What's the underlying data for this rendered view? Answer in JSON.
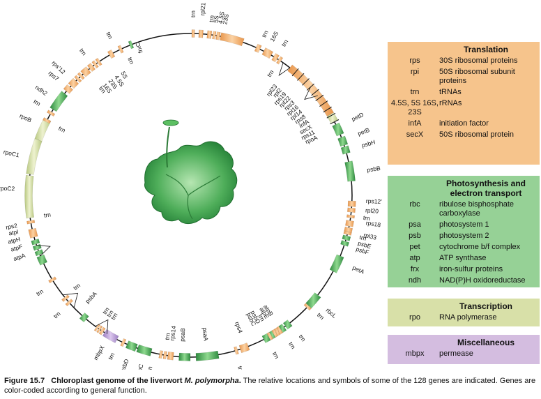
{
  "colors": {
    "translation": "#f6c48c",
    "translation_gene": "#f0a860",
    "photosynthesis": "#96d196",
    "photosynthesis_gene": "#3c9a4c",
    "transcription": "#d8e0a8",
    "transcription_gene": "#c8d890",
    "miscellaneous": "#d4bde0",
    "miscellaneous_gene": "#b49ad0",
    "line": "#111111"
  },
  "legend": {
    "translation": {
      "title": "Translation",
      "rows": [
        {
          "symbol": "rps",
          "description": "30S ribosomal proteins"
        },
        {
          "symbol": "rpi",
          "description": "50S ribosomal subunit proteins"
        },
        {
          "symbol": "trn",
          "description": "tRNAs"
        },
        {
          "symbol": "4.5S, 5S 16S, 23S",
          "description": "rRNAs"
        },
        {
          "symbol": "infA",
          "description": "initiation factor"
        },
        {
          "symbol": "secX",
          "description": "50S ribosomal protein"
        }
      ]
    },
    "photosynthesis": {
      "title": "Photosynthesis and electron transport",
      "rows": [
        {
          "symbol": "rbc",
          "description": "ribulose bisphosphate carboxylase"
        },
        {
          "symbol": "psa",
          "description": "photosystem 1"
        },
        {
          "symbol": "psb",
          "description": "photosystem 2"
        },
        {
          "symbol": "pet",
          "description": "cytochrome b/f complex"
        },
        {
          "symbol": "atp",
          "description": "ATP synthase"
        },
        {
          "symbol": "frx",
          "description": "iron-sulfur proteins"
        },
        {
          "symbol": "ndh",
          "description": "NAD(P)H oxidoreductase"
        }
      ]
    },
    "transcription": {
      "title": "Transcription",
      "rows": [
        {
          "symbol": "rpo",
          "description": "RNA polymerase"
        }
      ]
    },
    "miscellaneous": {
      "title": "Miscellaneous",
      "rows": [
        {
          "symbol": "mbpx",
          "description": "permease"
        }
      ]
    }
  },
  "caption": {
    "figure_number": "Figure 15.7",
    "title_prefix": "Chloroplast genome of the liverwort ",
    "title_species": "M. polymorpha",
    "title_suffix": ".",
    "text": " The relative locations and symbols of some of the 128 genes are indicated. Genes are color-coded according to general function."
  },
  "genes": [
    {
      "label": "trn",
      "category": "translation"
    },
    {
      "label": "rpl21",
      "category": "translation"
    },
    {
      "label": "trn",
      "category": "translation"
    },
    {
      "label": "5S",
      "category": "translation"
    },
    {
      "label": "4.5S",
      "category": "translation"
    },
    {
      "label": "23S",
      "category": "translation"
    },
    {
      "label": "trn",
      "category": "translation"
    },
    {
      "label": "16S",
      "category": "translation"
    },
    {
      "label": "trn",
      "category": "translation"
    },
    {
      "label": "trn",
      "category": "translation"
    },
    {
      "label": "rpl23",
      "category": "translation"
    },
    {
      "label": "rpl2",
      "category": "translation"
    },
    {
      "label": "rps19",
      "category": "translation"
    },
    {
      "label": "rpl22",
      "category": "translation"
    },
    {
      "label": "rps3",
      "category": "translation"
    },
    {
      "label": "rpl16",
      "category": "translation"
    },
    {
      "label": "rpl14",
      "category": "translation"
    },
    {
      "label": "rps8",
      "category": "translation"
    },
    {
      "label": "infA",
      "category": "translation"
    },
    {
      "label": "secX",
      "category": "translation"
    },
    {
      "label": "rps11",
      "category": "translation"
    },
    {
      "label": "rpoA",
      "category": "transcription"
    },
    {
      "label": "petD",
      "category": "photosynthesis"
    },
    {
      "label": "petB",
      "category": "photosynthesis"
    },
    {
      "label": "psbH",
      "category": "photosynthesis"
    },
    {
      "label": "psbB",
      "category": "photosynthesis"
    },
    {
      "label": "rps12'",
      "category": "translation"
    },
    {
      "label": "rpl20",
      "category": "translation"
    },
    {
      "label": "trn",
      "category": "translation"
    },
    {
      "label": "rps18",
      "category": "translation"
    },
    {
      "label": "rpl33",
      "category": "translation"
    },
    {
      "label": "trn",
      "category": "translation"
    },
    {
      "label": "psbE",
      "category": "photosynthesis"
    },
    {
      "label": "psbF",
      "category": "photosynthesis"
    },
    {
      "label": "petA",
      "category": "photosynthesis"
    },
    {
      "label": "trn",
      "category": "translation"
    },
    {
      "label": "rbcL",
      "category": "photosynthesis"
    },
    {
      "label": "atpB",
      "category": "photosynthesis"
    },
    {
      "label": "atpE",
      "category": "photosynthesis"
    },
    {
      "label": "trn",
      "category": "translation"
    },
    {
      "label": "psbD",
      "category": "photosynthesis"
    },
    {
      "label": "psbC",
      "category": "photosynthesis"
    },
    {
      "label": "trn",
      "category": "translation"
    },
    {
      "label": "trn",
      "category": "translation"
    },
    {
      "label": "trn",
      "category": "translation"
    },
    {
      "label": "rps4",
      "category": "translation"
    },
    {
      "label": "trn",
      "category": "translation"
    },
    {
      "label": "psaA",
      "category": "photosynthesis"
    },
    {
      "label": "psaB",
      "category": "photosynthesis"
    },
    {
      "label": "rps14",
      "category": "translation"
    },
    {
      "label": "trn",
      "category": "translation"
    },
    {
      "label": "trn",
      "category": "translation"
    },
    {
      "label": "psbC",
      "category": "photosynthesis"
    },
    {
      "label": "psbD",
      "category": "photosynthesis"
    },
    {
      "label": "trn",
      "category": "translation"
    },
    {
      "label": "mbpX",
      "category": "miscellaneous"
    },
    {
      "label": "trn",
      "category": "translation"
    },
    {
      "label": "trn",
      "category": "translation"
    },
    {
      "label": "trn",
      "category": "translation"
    },
    {
      "label": "psbA",
      "category": "photosynthesis"
    },
    {
      "label": "trn",
      "category": "translation"
    },
    {
      "label": "trn",
      "category": "translation"
    },
    {
      "label": "trn",
      "category": "translation"
    },
    {
      "label": "atpA",
      "category": "photosynthesis"
    },
    {
      "label": "atpF",
      "category": "photosynthesis"
    },
    {
      "label": "atpH",
      "category": "photosynthesis"
    },
    {
      "label": "atpI",
      "category": "photosynthesis"
    },
    {
      "label": "rps2",
      "category": "translation"
    },
    {
      "label": "trn",
      "category": "translation"
    },
    {
      "label": "rpoC2",
      "category": "transcription"
    },
    {
      "label": "rpoC1",
      "category": "transcription"
    },
    {
      "label": "rpoB",
      "category": "transcription"
    },
    {
      "label": "trn",
      "category": "translation"
    },
    {
      "label": "trn",
      "category": "translation"
    },
    {
      "label": "ndh2",
      "category": "photosynthesis"
    },
    {
      "label": "rps7",
      "category": "translation"
    },
    {
      "label": "rps'12",
      "category": "translation"
    },
    {
      "label": "trn",
      "category": "translation"
    },
    {
      "label": "16S",
      "category": "translation"
    },
    {
      "label": "23S",
      "category": "translation"
    },
    {
      "label": "4.5S",
      "category": "translation"
    },
    {
      "label": "5S",
      "category": "translation"
    },
    {
      "label": "trn",
      "category": "translation"
    },
    {
      "label": "trn",
      "category": "translation"
    },
    {
      "label": "trn",
      "category": "translation"
    },
    {
      "label": "frxC",
      "category": "photosynthesis"
    }
  ]
}
